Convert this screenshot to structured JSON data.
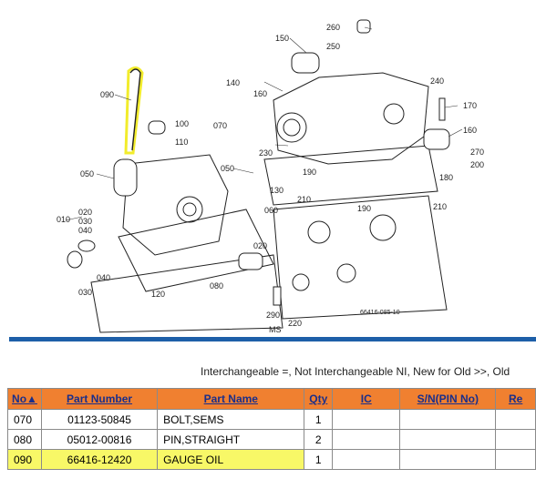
{
  "diagram": {
    "code": "66416-085-10",
    "labels": [
      {
        "id": "260",
        "t": "260"
      },
      {
        "id": "250",
        "t": "250"
      },
      {
        "id": "150",
        "t": "150"
      },
      {
        "id": "140",
        "t": "140"
      },
      {
        "id": "160a",
        "t": "160"
      },
      {
        "id": "240",
        "t": "240"
      },
      {
        "id": "170",
        "t": "170"
      },
      {
        "id": "160b",
        "t": "160"
      },
      {
        "id": "270",
        "t": "270"
      },
      {
        "id": "200",
        "t": "200"
      },
      {
        "id": "180",
        "t": "180"
      },
      {
        "id": "230",
        "t": "230"
      },
      {
        "id": "190a",
        "t": "190"
      },
      {
        "id": "210a",
        "t": "210"
      },
      {
        "id": "210b",
        "t": "210"
      },
      {
        "id": "190b",
        "t": "190"
      },
      {
        "id": "090",
        "t": "090"
      },
      {
        "id": "100",
        "t": "100"
      },
      {
        "id": "070",
        "t": "070"
      },
      {
        "id": "110",
        "t": "110"
      },
      {
        "id": "050a",
        "t": "050"
      },
      {
        "id": "050b",
        "t": "050"
      },
      {
        "id": "130",
        "t": "130"
      },
      {
        "id": "010",
        "t": "010"
      },
      {
        "id": "020a",
        "t": "020"
      },
      {
        "id": "030a",
        "t": "030"
      },
      {
        "id": "040a",
        "t": "040"
      },
      {
        "id": "060",
        "t": "060"
      },
      {
        "id": "020b",
        "t": "020"
      },
      {
        "id": "040b",
        "t": "040"
      },
      {
        "id": "030b",
        "t": "030"
      },
      {
        "id": "120",
        "t": "120"
      },
      {
        "id": "080",
        "t": "080"
      },
      {
        "id": "290",
        "t": "290"
      },
      {
        "id": "220",
        "t": "220"
      },
      {
        "id": "ms",
        "t": "MS"
      }
    ]
  },
  "legend": "Interchangeable =, Not Interchangeable NI, New for Old >>, Old",
  "table": {
    "headers": [
      "No▲",
      "Part Number",
      "Part Name",
      "Qty",
      "IC",
      "S/N(PIN No)",
      "Re"
    ],
    "rows": [
      {
        "no": "070",
        "pn": "01123-50845",
        "name": "BOLT,SEMS",
        "qty": "1",
        "ic": "",
        "sn": "",
        "re": ""
      },
      {
        "no": "080",
        "pn": "05012-00816",
        "name": "PIN,STRAIGHT",
        "qty": "2",
        "ic": "",
        "sn": "",
        "re": ""
      },
      {
        "no": "090",
        "pn": "66416-12420",
        "name": "GAUGE OIL",
        "qty": "1",
        "ic": "",
        "sn": "",
        "re": ""
      }
    ]
  },
  "colors": {
    "header_bg": "#f08030",
    "header_text": "#1a2e8a",
    "highlight": "#f6f634",
    "bar": "#1d5fa8"
  }
}
